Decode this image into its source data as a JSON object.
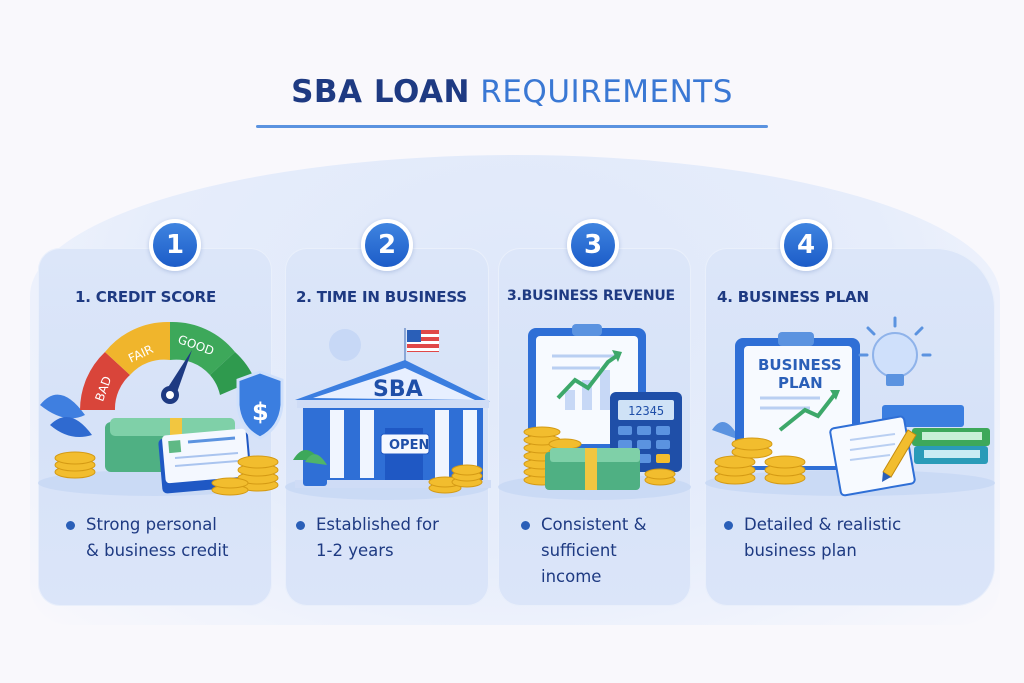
{
  "header": {
    "title_bold": "SBA LOAN",
    "title_light": "REQUIREMENTS"
  },
  "colors": {
    "title_dark": "#1e3a82",
    "title_accent": "#3a78d4",
    "badge_blue": "#2a6fd6",
    "card_bg": "#d9e4f9",
    "gauge_bad": "#d9453a",
    "gauge_fair": "#f0b52c",
    "gauge_good": "#3da85a"
  },
  "cards": [
    {
      "number": "1",
      "title": "1. CREDIT SCORE",
      "icon": "credit-score-gauge-icon",
      "gauge_labels": [
        "BAD",
        "FAIR",
        "GOOD"
      ],
      "bullet_lines": [
        "Strong personal",
        "& business credit"
      ]
    },
    {
      "number": "2",
      "title": "2. TIME IN BUSINESS",
      "icon": "sba-bank-building-icon",
      "building_sign": "SBA",
      "door_sign": "OPEN",
      "bullet_lines": [
        "Established for",
        "1-2 years"
      ]
    },
    {
      "number": "3",
      "title": "3.BUSINESS REVENUE",
      "icon": "revenue-chart-calculator-icon",
      "calculator_display": "12345",
      "bullet_lines": [
        "Consistent &",
        "sufficient",
        "income"
      ]
    },
    {
      "number": "4",
      "title": "4. BUSINESS PLAN",
      "icon": "business-plan-clipboard-icon",
      "clipboard_text_1": "BUSINESS",
      "clipboard_text_2": "PLAN",
      "bullet_lines": [
        "Detailed & realistic",
        "business plan"
      ]
    }
  ]
}
